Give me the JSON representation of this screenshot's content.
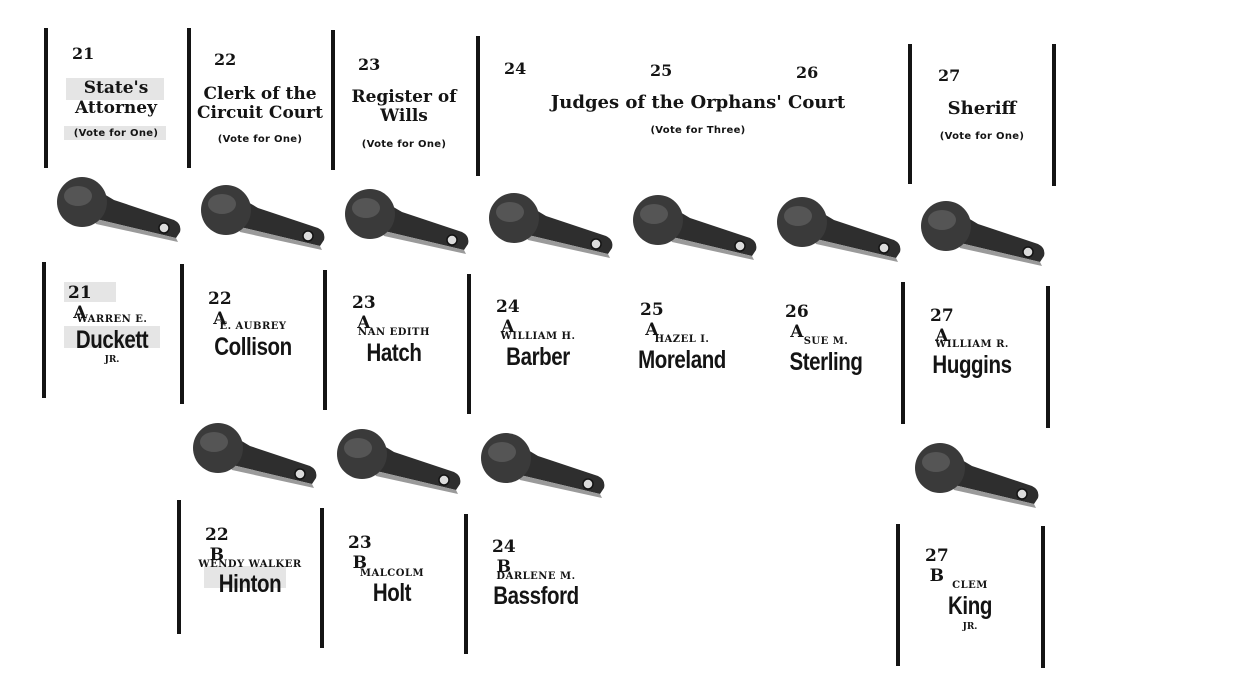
{
  "offices": [
    {
      "number": "21",
      "title": "State's Attorney",
      "title_lines": [
        "State's",
        "Attorney"
      ],
      "vote": "(Vote for One)"
    },
    {
      "number": "22",
      "title": "Clerk of the Circuit Court",
      "title_lines": [
        "Clerk of the",
        "Circuit Court"
      ],
      "vote": "(Vote for One)"
    },
    {
      "number": "23",
      "title": "Register of Wills",
      "title_lines": [
        "Register of",
        "Wills"
      ],
      "vote": "(Vote for One)"
    },
    {
      "numbers": [
        "24",
        "25",
        "26"
      ],
      "title": "Judges of the Orphans' Court",
      "vote": "(Vote for Three)"
    },
    {
      "number": "27",
      "title": "Sheriff",
      "vote": "(Vote for One)"
    }
  ],
  "row_a": [
    {
      "id": "21 A",
      "first": "WARREN E.",
      "last": "Duckett",
      "suffix": "JR."
    },
    {
      "id": "22 A",
      "first": "E. AUBREY",
      "last": "Collison"
    },
    {
      "id": "23 A",
      "first": "NAN EDITH",
      "last": "Hatch"
    },
    {
      "id": "24 A",
      "first": "WILLIAM H.",
      "last": "Barber"
    },
    {
      "id": "25 A",
      "first": "HAZEL I.",
      "last": "Moreland"
    },
    {
      "id": "26 A",
      "first": "SUE M.",
      "last": "Sterling"
    },
    {
      "id": "27 A",
      "first": "WILLIAM R.",
      "last": "Huggins"
    }
  ],
  "row_b": [
    {
      "id": "22 B",
      "first": "WENDY WALKER",
      "last": "Hinton"
    },
    {
      "id": "23 B",
      "first": "MALCOLM",
      "last": "Holt"
    },
    {
      "id": "24 B",
      "first": "DARLENE M.",
      "last": "Bassford"
    },
    {
      "id": "27 B",
      "first": "CLEM",
      "last": "King",
      "suffix": "JR."
    }
  ],
  "colors": {
    "ink": "#141414",
    "lever_body": "#3a3a3a",
    "paper": "#ffffff"
  }
}
